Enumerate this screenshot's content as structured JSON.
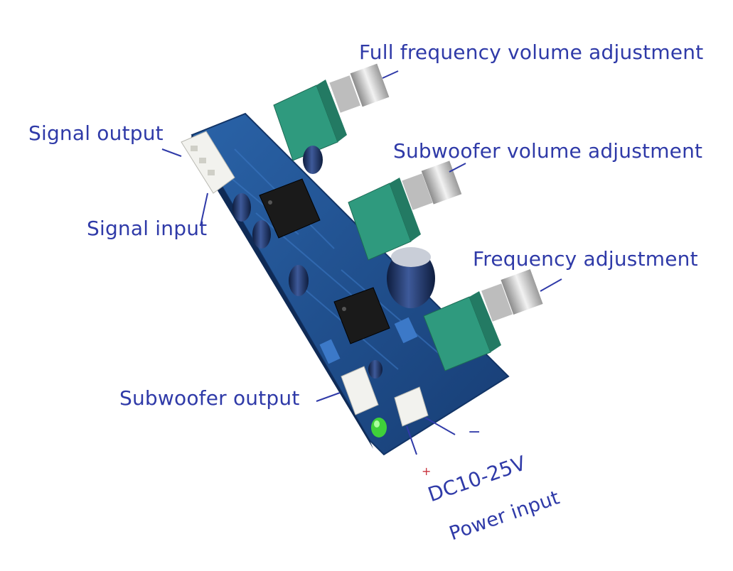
{
  "labels": {
    "full_volume": "Full frequency volume adjustment",
    "sub_volume": "Subwoofer volume adjustment",
    "frequency": "Frequency adjustment",
    "signal_output": "Signal output",
    "signal_input": "Signal input",
    "sub_output": "Subwoofer output",
    "dc_range": "DC10-25V",
    "power_input": "Power input",
    "plus": "+",
    "minus": "−"
  },
  "colors": {
    "label_text": "#2f3aa8",
    "pcb": "#1f4f8e",
    "pot_body": "#2f9a7e",
    "connector": "#f2f2ee",
    "led": "#3fd13a"
  }
}
